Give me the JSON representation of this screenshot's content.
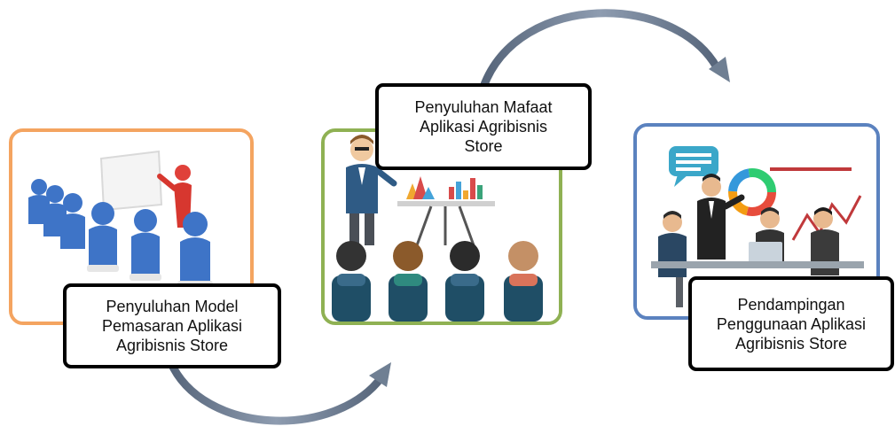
{
  "steps": [
    {
      "title_lines": [
        "Penyuluhan Model",
        "Pemasaran Aplikasi",
        "Agribisnis Store"
      ],
      "image_icon": "classroom-presentation-illustration",
      "border_color": "#f4a460"
    },
    {
      "title_lines": [
        "Penyuluhan Mafaat",
        "Aplikasi Agribisnis",
        "Store"
      ],
      "image_icon": "presenter-audience-illustration",
      "border_color": "#8fb153"
    },
    {
      "title_lines": [
        "Pendampingan",
        "Penggunaan Aplikasi",
        "Agribisnis Store"
      ],
      "image_icon": "business-meeting-illustration",
      "border_color": "#5b82bf"
    }
  ],
  "arrow_color": "#6f7f93"
}
